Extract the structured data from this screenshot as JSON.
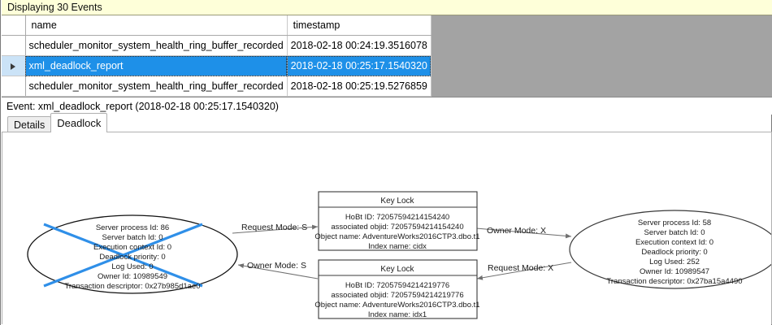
{
  "banner": {
    "text": "Displaying 30 Events"
  },
  "grid": {
    "columns": [
      "",
      "name",
      "timestamp"
    ],
    "rows": [
      {
        "selector": "",
        "name": "scheduler_monitor_system_health_ring_buffer_recorded",
        "timestamp": "2018-02-18 00:24:19.3516078",
        "selected": false
      },
      {
        "selector": "▶",
        "name": "xml_deadlock_report",
        "timestamp": "2018-02-18 00:25:17.1540320",
        "selected": true
      },
      {
        "selector": "",
        "name": "scheduler_monitor_system_health_ring_buffer_recorded",
        "timestamp": "2018-02-18 00:25:19.5276859",
        "selected": false
      }
    ]
  },
  "event_strip": {
    "text": "Event: xml_deadlock_report (2018-02-18 00:25:17.1540320)"
  },
  "tabs": [
    {
      "label": "Details",
      "active": false
    },
    {
      "label": "Deadlock",
      "active": true
    }
  ],
  "deadlock": {
    "colors": {
      "victim_cross": "#2f8fe8",
      "node_stroke": "#111111",
      "edge_stroke": "#707070",
      "box_stroke": "#3a3a3a"
    },
    "process_left": {
      "victim": true,
      "lines": [
        "Server process Id: 86",
        "Server batch Id: 0",
        "Execution context Id: 0",
        "Deadlock priority: 0",
        "Log Used: 0",
        "Owner Id: 10989549",
        "Transaction descriptor: 0x27b985d1ae0"
      ]
    },
    "process_right": {
      "victim": false,
      "lines": [
        "Server process Id: 58",
        "Server batch Id: 0",
        "Execution context Id: 0",
        "Deadlock priority: 0",
        "Log Used: 252",
        "Owner Id: 10989547",
        "Transaction descriptor: 0x27ba15a4490"
      ]
    },
    "resource_top": {
      "title": "Key Lock",
      "lines": [
        "HoBt ID: 72057594214154240",
        "associated objid: 72057594214154240",
        "Object name: AdventureWorks2016CTP3.dbo.t1",
        "Index name: cidx"
      ]
    },
    "resource_bottom": {
      "title": "Key Lock",
      "lines": [
        "HoBt ID: 72057594214219776",
        "associated objid: 72057594214219776",
        "Object name: AdventureWorks2016CTP3.dbo.t1",
        "Index name: idx1"
      ]
    },
    "edges": {
      "left_request_top": "Request Mode: S",
      "right_owner_top": "Owner Mode: X",
      "left_owner_bottom": "Owner Mode: S",
      "right_request_bottom": "Request Mode: X"
    }
  }
}
